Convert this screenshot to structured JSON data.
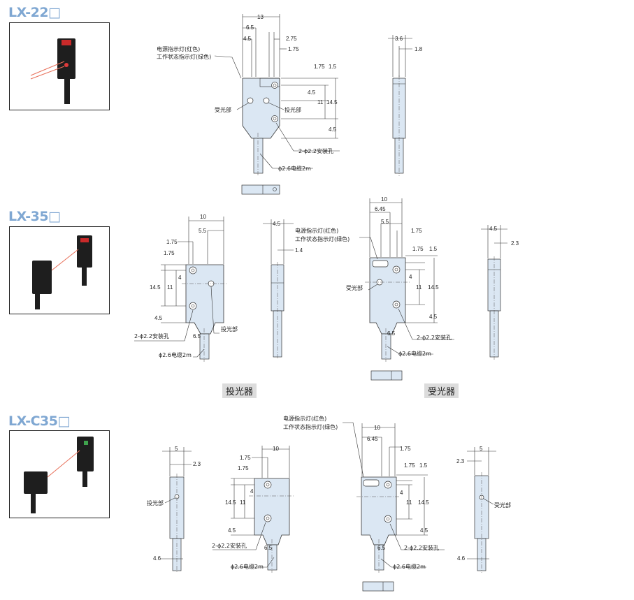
{
  "sections": [
    {
      "title": "LX-22□",
      "dims_front": {
        "w13": "13",
        "w65": "6.5",
        "w45": "4.5",
        "w275": "2.75",
        "w175": "1.75",
        "h175": "1.75",
        "h15": "1.5",
        "h45a": "4.5",
        "h11": "11",
        "h145": "14.5",
        "h45b": "4.5"
      },
      "labels": {
        "led": "电源指示灯(红色)",
        "led2": "工作状态指示灯(绿色)",
        "rx": "受光部",
        "tx": "投光部",
        "hole": "2-ϕ2.2安装孔",
        "cable": "ϕ2.6电缆2m"
      },
      "dims_side": {
        "d36": "3.6",
        "d18": "1.8"
      }
    },
    {
      "title": "LX-35□",
      "emitter": {
        "caption": "投光器",
        "w10": "10",
        "w55": "5.5",
        "w175a": "1.75",
        "w175b": "1.75",
        "h4": "4",
        "h145": "14.5",
        "h11": "11",
        "h45": "4.5",
        "c65": "6.5",
        "hole": "2-ϕ2.2安装孔",
        "tx": "投光部",
        "cable": "ϕ2.6电缆2m",
        "s45": "4.5",
        "s14": "1.4"
      },
      "receiver": {
        "caption": "受光器",
        "w10": "10",
        "w645": "6.45",
        "w55": "5.5",
        "w175": "1.75",
        "h175": "1.75",
        "h15": "1.5",
        "h4": "4",
        "h11": "11",
        "h145": "14.5",
        "h45": "4.5",
        "c65": "6.5",
        "led": "电源指示灯(红色)",
        "led2": "工作状态指示灯(绿色)",
        "rx": "受光部",
        "hole": "2-ϕ2.2安装孔",
        "cable": "ϕ2.6电缆2m",
        "s45": "4.5",
        "s23": "2.3"
      }
    },
    {
      "title": "LX-C35□",
      "emitter_side": {
        "w5": "5",
        "w23": "2.3",
        "tx": "投光部",
        "d46": "4.6"
      },
      "emitter": {
        "w10": "10",
        "w175a": "1.75",
        "w175b": "1.75",
        "h4": "4",
        "h145": "14.5",
        "h11": "11",
        "h45": "4.5",
        "c65": "6.5",
        "hole": "2-ϕ2.2安装孔",
        "cable": "ϕ2.6电缆2m"
      },
      "receiver": {
        "w10": "10",
        "w645": "6.45",
        "w175": "1.75",
        "h175": "1.75",
        "h15": "1.5",
        "h4": "4",
        "h11": "11",
        "h145": "14.5",
        "h45": "4.5",
        "c65": "6.5",
        "led": "电源指示灯(红色)",
        "led2": "工作状态指示灯(绿色)",
        "hole": "2-ϕ2.2安装孔",
        "cable": "ϕ2.6电缆2m"
      },
      "receiver_side": {
        "w5": "5",
        "w23": "2.3",
        "rx": "受光部",
        "d46": "4.6"
      }
    }
  ],
  "colors": {
    "title": "#7fa7d2",
    "body": "#dbe7f3",
    "beam": "#e8705a",
    "sensor": "#1e1e1e"
  }
}
